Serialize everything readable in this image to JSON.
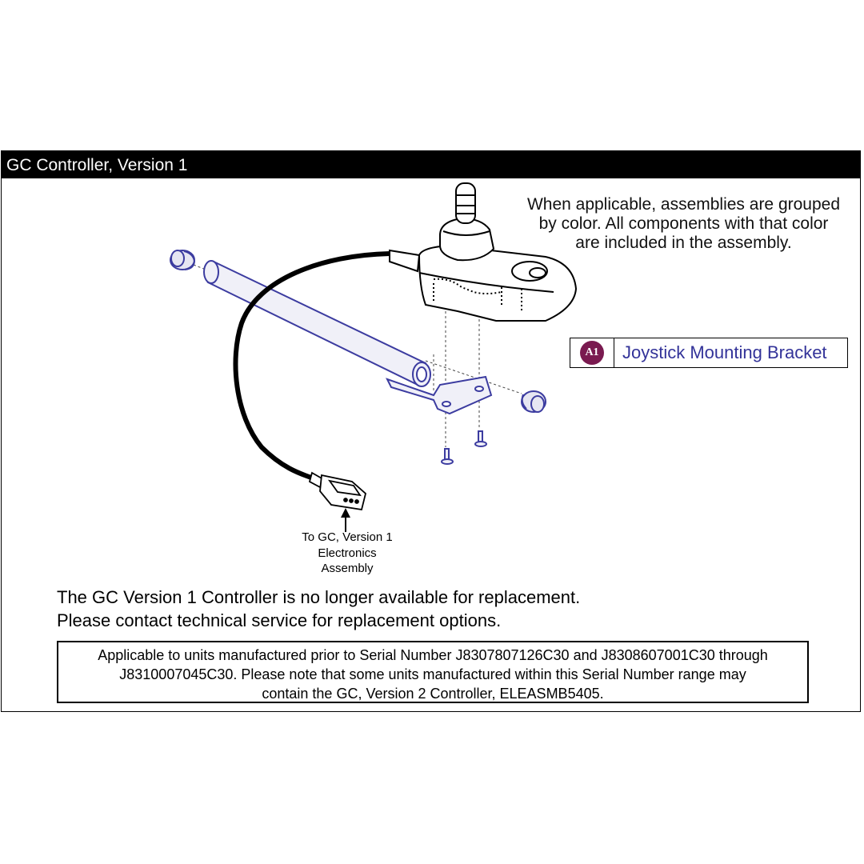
{
  "header": {
    "title": "GC Controller, Version 1"
  },
  "note": {
    "lines": [
      "When applicable, assemblies are grouped",
      "by color. All components with that color",
      "are included in the assembly."
    ]
  },
  "legend": [
    {
      "code": "A1",
      "label": "Joystick Mounting Bracket",
      "badge_color": "#7a1a50",
      "text_color": "#333399"
    }
  ],
  "callout": {
    "lines": [
      "To GC, Version 1",
      "Electronics",
      "Assembly"
    ]
  },
  "notice": {
    "lines": [
      "The GC Version 1 Controller is no longer available for replacement.",
      "Please contact technical service for replacement options."
    ]
  },
  "applicability": {
    "lines": [
      "Applicable to units manufactured prior to Serial Number J8307807126C30 and J8308607001C30 through",
      "J8310007045C30. Please note that some units manufactured within this Serial Number range may",
      "contain the GC, Version 2 Controller, ELEASMB5405."
    ]
  },
  "colors": {
    "title_bar": "#000000",
    "assembly_highlight": "#3c3ca0",
    "badge": "#7a1a50"
  },
  "diagram": {
    "parts": [
      "end-cap",
      "mounting-tube",
      "mounting-bracket",
      "screw",
      "joystick-controller",
      "cable",
      "connector"
    ]
  }
}
